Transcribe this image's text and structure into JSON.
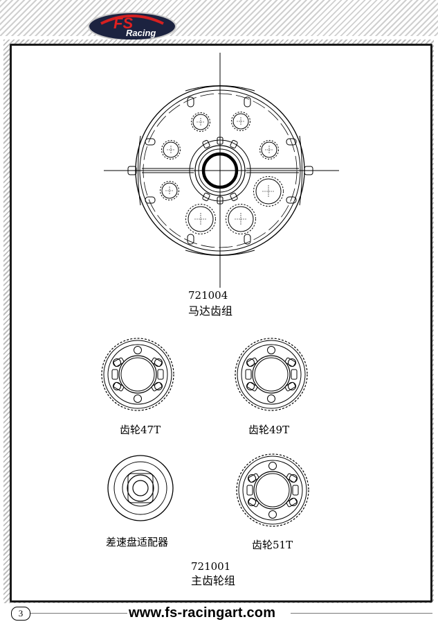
{
  "brand": {
    "logo_main": "FS",
    "logo_sub": "Racing"
  },
  "motor_gear_set": {
    "part_number": "721004",
    "name": "马达齿组"
  },
  "gears": {
    "gear_47": "齿轮47T",
    "gear_49": "齿轮49T",
    "gear_51": "齿轮51T",
    "diff_adapter": "差速盘适配器"
  },
  "main_gear_set": {
    "part_number": "721001",
    "name": "主齿轮组"
  },
  "footer": {
    "page_number": "3",
    "url": "www.fs-racingart.com"
  }
}
